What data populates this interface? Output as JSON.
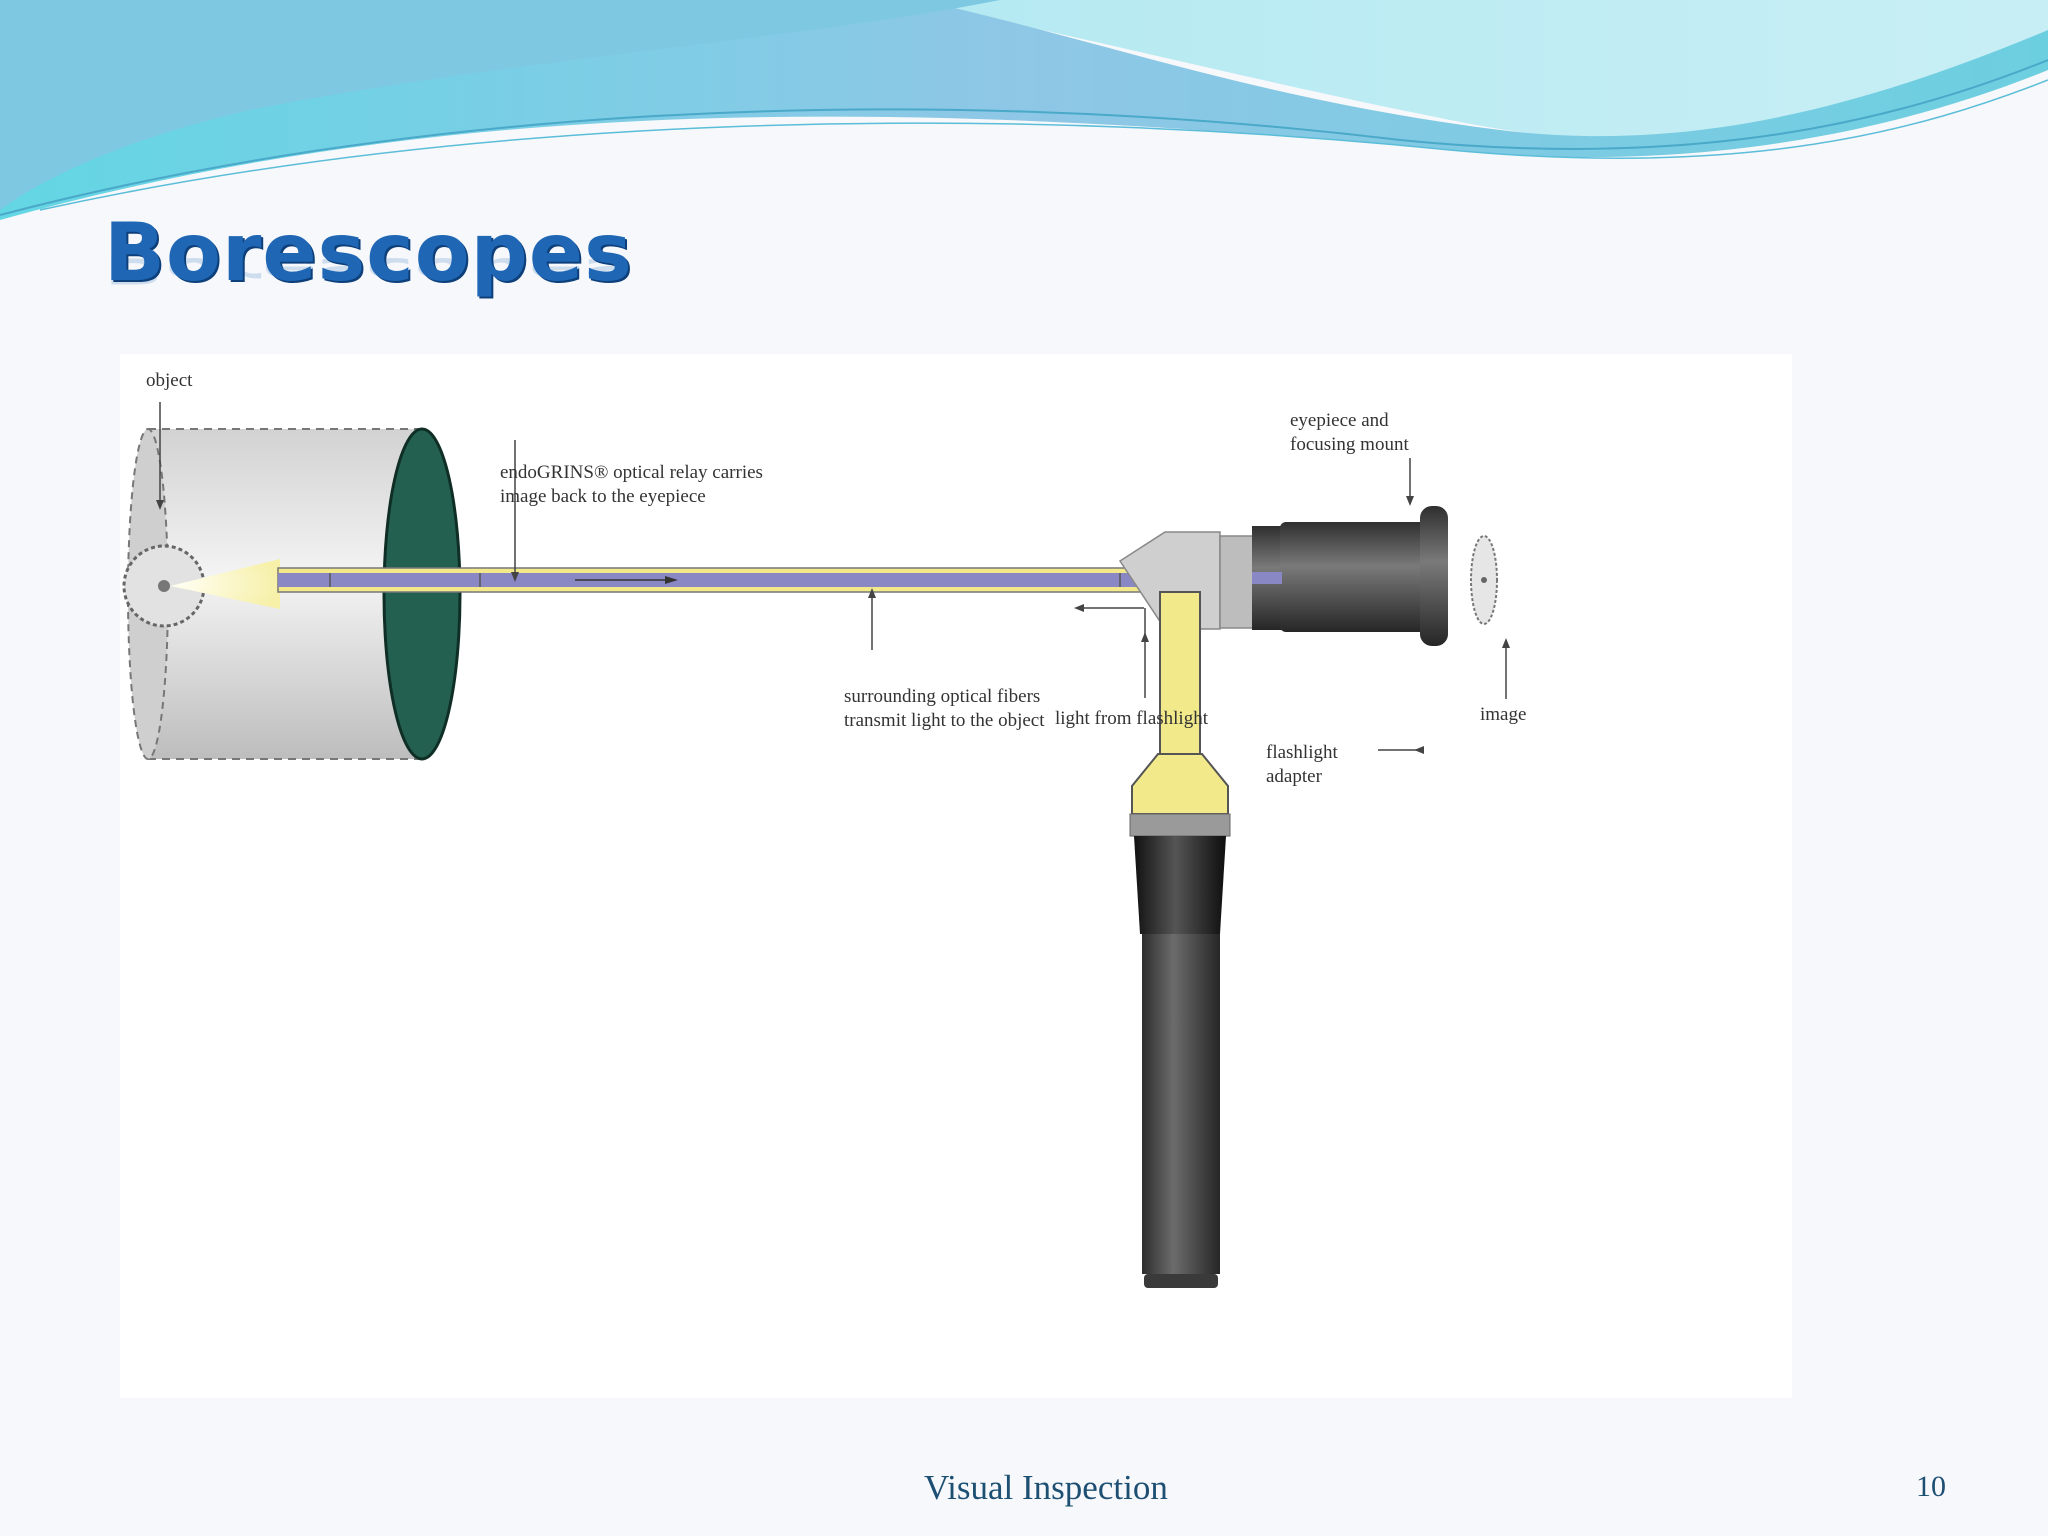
{
  "slide": {
    "title": "Borescopes",
    "footer": "Visual Inspection",
    "page_number": "10"
  },
  "diagram": {
    "labels": {
      "object": "object",
      "relay_line1": "endoGRINS® optical relay carries",
      "relay_line2": "image back to the eyepiece",
      "eyepiece_line1": "eyepiece and",
      "eyepiece_line2": "focusing mount",
      "fibers_line1": "surrounding optical fibers",
      "fibers_line2": "transmit light to the object",
      "light_from_flashlight": "light from flashlight",
      "image": "image",
      "adapter_line1": "flashlight",
      "adapter_line2": "adapter"
    }
  },
  "colors": {
    "title": "#1f67b5",
    "footer": "#1d4f73",
    "fiber_yellow": "#f2ea8a",
    "relay_purple": "#8a88c4",
    "disc_green": "#24604f"
  }
}
